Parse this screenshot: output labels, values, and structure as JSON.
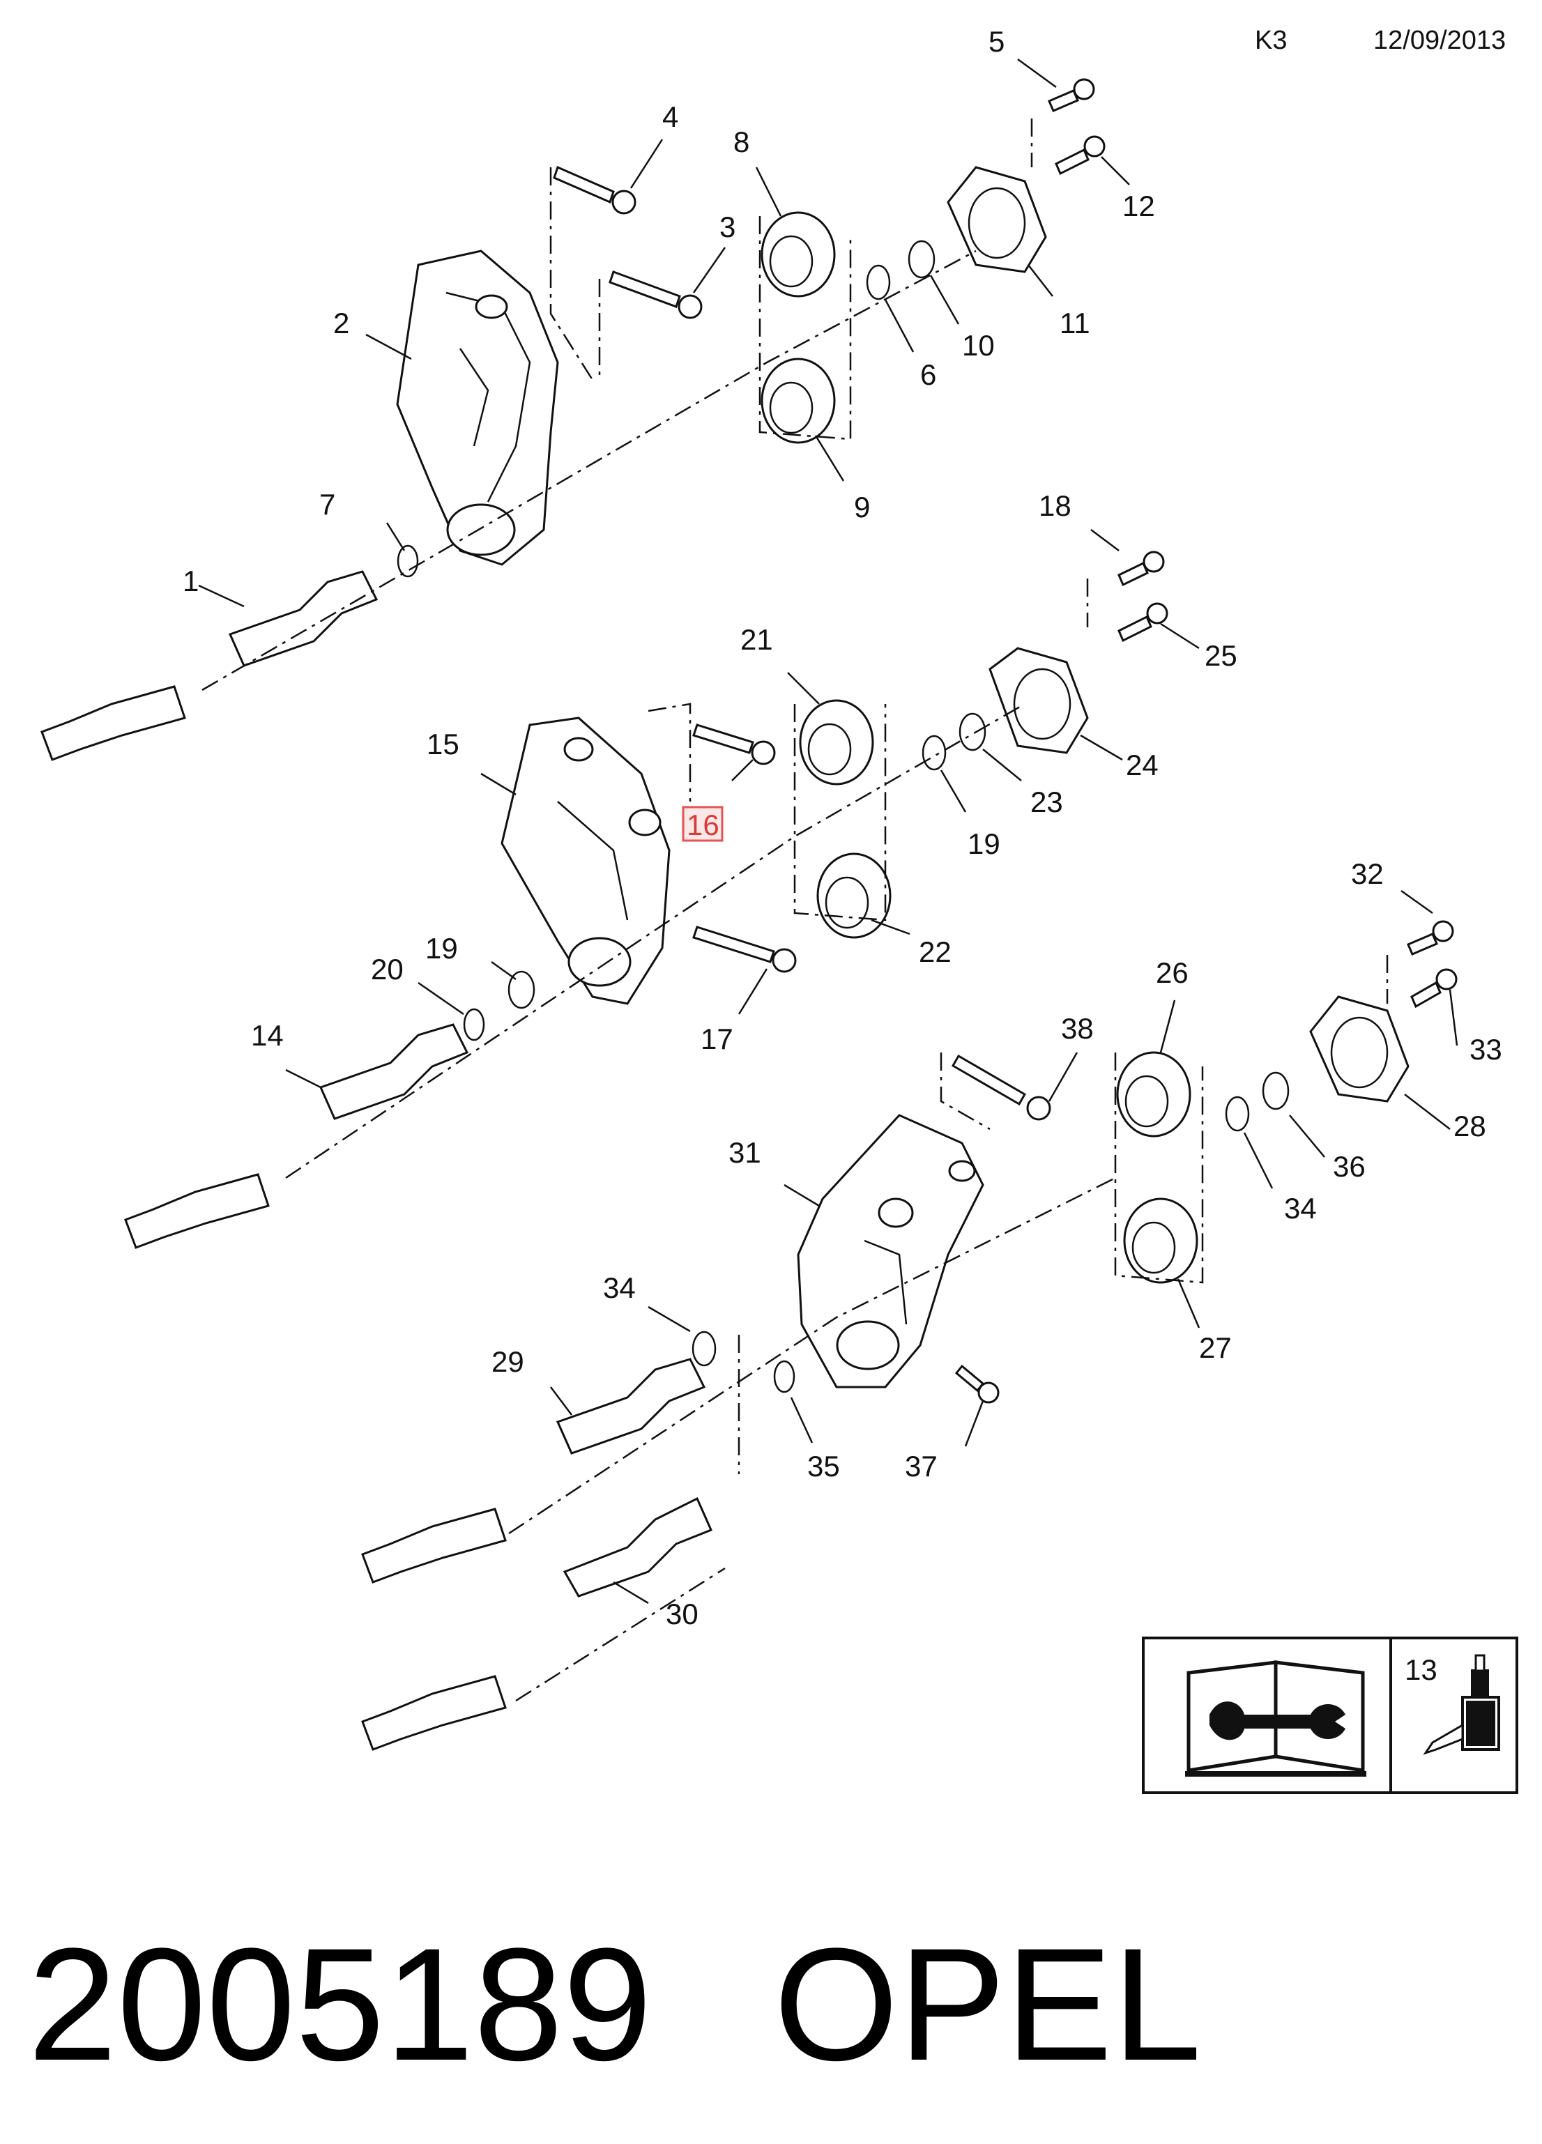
{
  "header": {
    "code": "K3",
    "date": "12/09/2013"
  },
  "footer": {
    "part_number": "2005189",
    "brand": "OPEL"
  },
  "legend": {
    "item_number": "13"
  },
  "highlighted_callout": "16",
  "callouts": [
    "1",
    "2",
    "3",
    "4",
    "5",
    "6",
    "7",
    "8",
    "9",
    "10",
    "11",
    "12",
    "14",
    "15",
    "16",
    "17",
    "18",
    "19",
    "19",
    "20",
    "21",
    "22",
    "23",
    "24",
    "25",
    "26",
    "27",
    "28",
    "29",
    "30",
    "31",
    "32",
    "33",
    "34",
    "34",
    "35",
    "36",
    "37",
    "38"
  ]
}
